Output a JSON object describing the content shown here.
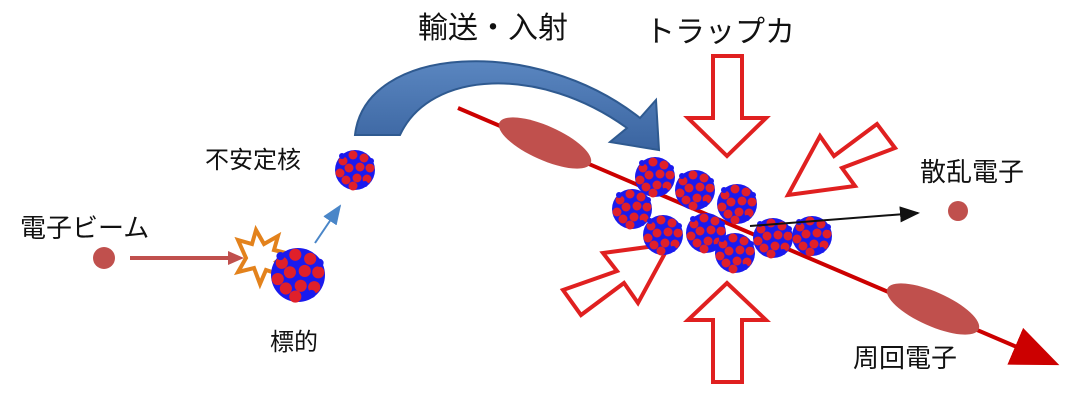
{
  "labels": {
    "transport": "輸送・入射",
    "trap_force": "トラップカ",
    "unstable_nucleus": "不安定核",
    "electron_beam": "電子ビーム",
    "target": "標的",
    "scattered_electron": "散乱電子",
    "circulating_electron": "周回電子"
  },
  "colors": {
    "electron": "#c0504d",
    "proton": "#e0202a",
    "neutron": "#1a1aee",
    "transport_arrow": "#4a76b0",
    "trap_arrow_outline": "#e02020",
    "electron_beam_line": "#cc0000",
    "spark_outline": "#e3821c"
  }
}
